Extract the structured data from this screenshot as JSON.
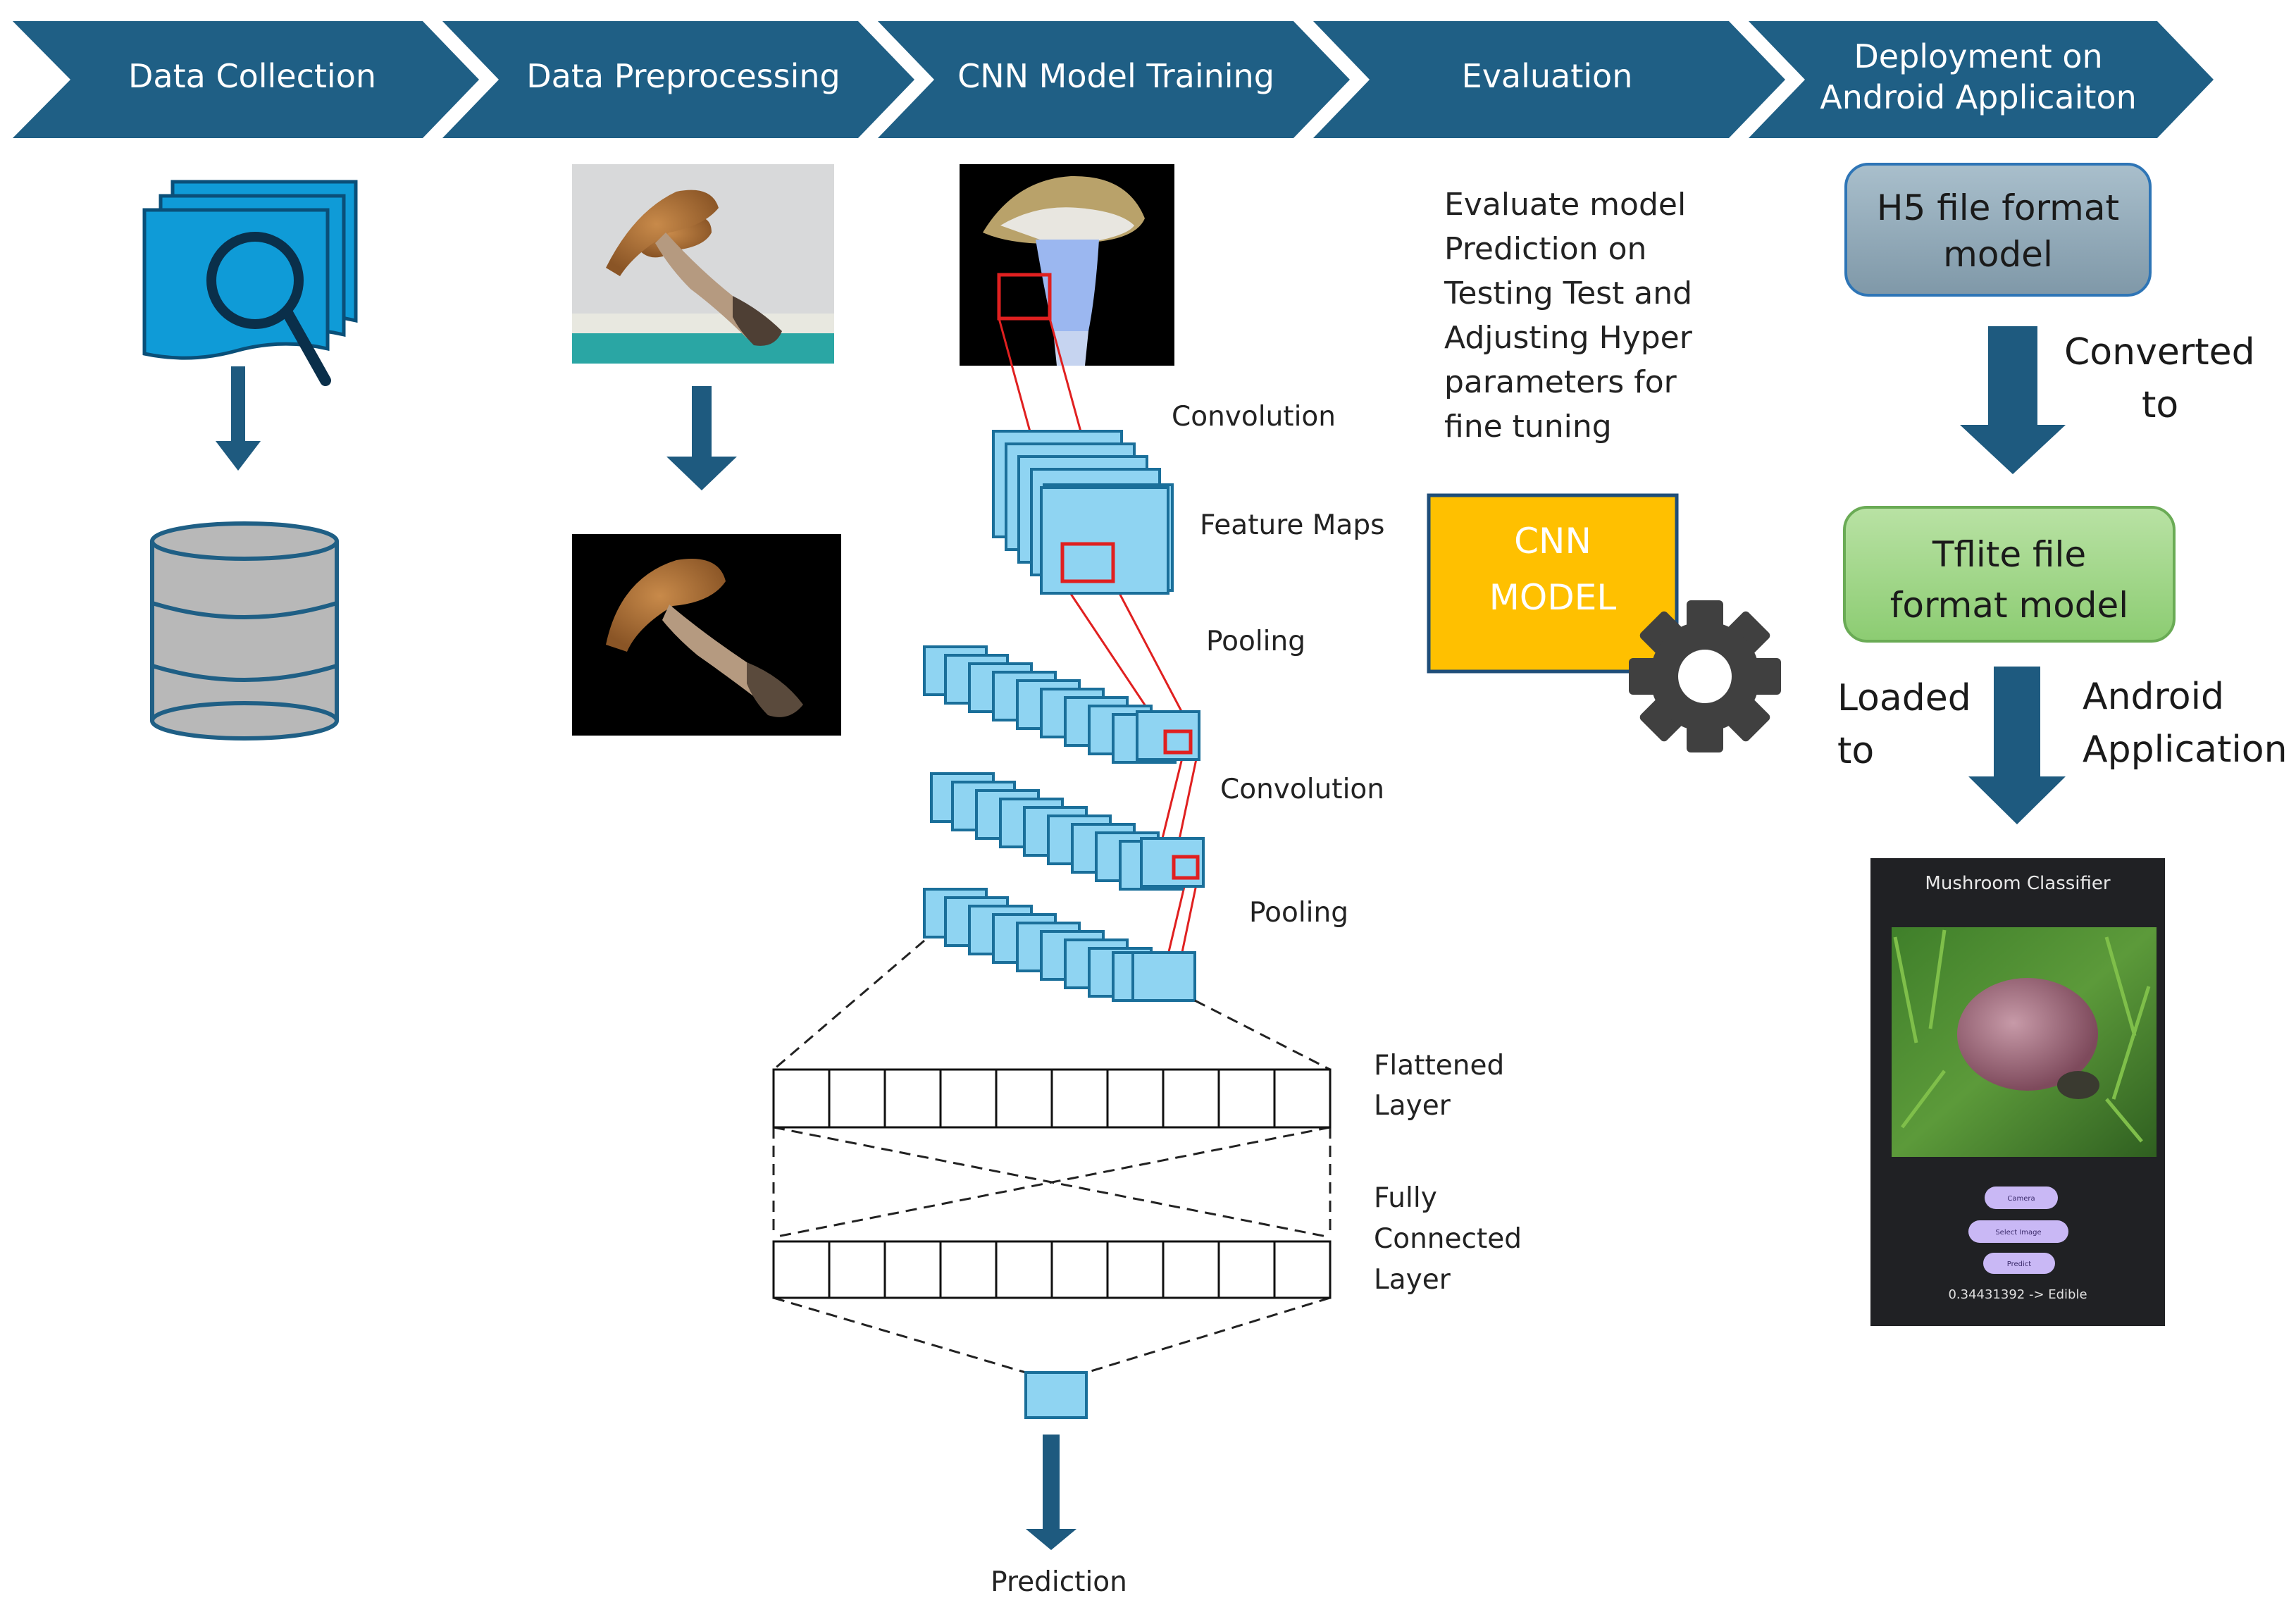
{
  "banner": {
    "stages": [
      {
        "label": "Data Collection"
      },
      {
        "label": "Data Preprocessing"
      },
      {
        "label": "CNN Model Training"
      },
      {
        "label": "Evaluation"
      },
      {
        "label_line1": "Deployment on",
        "label_line2": "Android Applicaiton"
      }
    ],
    "color": "#1f5f85"
  },
  "training": {
    "convolution_1": "Convolution",
    "feature_maps": "Feature Maps",
    "pooling_1": "Pooling",
    "convolution_2": "Convolution",
    "pooling_2": "Pooling",
    "flattened_line1": "Flattened",
    "flattened_line2": "Layer",
    "fully_line1": "Fully",
    "fully_line2": "Connected",
    "fully_line3": "Layer",
    "prediction": "Prediction"
  },
  "evaluation": {
    "lines": [
      "Evaluate model",
      "Prediction on",
      "Testing Test and",
      "Adjusting Hyper",
      "parameters for",
      "fine tuning"
    ],
    "cnn_line1": "CNN",
    "cnn_line2": "MODEL",
    "cnn_color": "#ffc000"
  },
  "deployment": {
    "h5_line1": "H5 file format",
    "h5_line2": "model",
    "converted_line1": "Converted",
    "converted_line2": "to",
    "tflite_line1": "Tflite file",
    "tflite_line2": "format model",
    "loaded_line1": "Loaded",
    "loaded_line2": "to",
    "android_line1": "Android",
    "android_line2": "Application",
    "phone": {
      "title": "Mushroom Classifier",
      "buttons": [
        "Camera",
        "Select Image",
        "Predict"
      ],
      "result": "0.34431392 -> Edible"
    }
  }
}
